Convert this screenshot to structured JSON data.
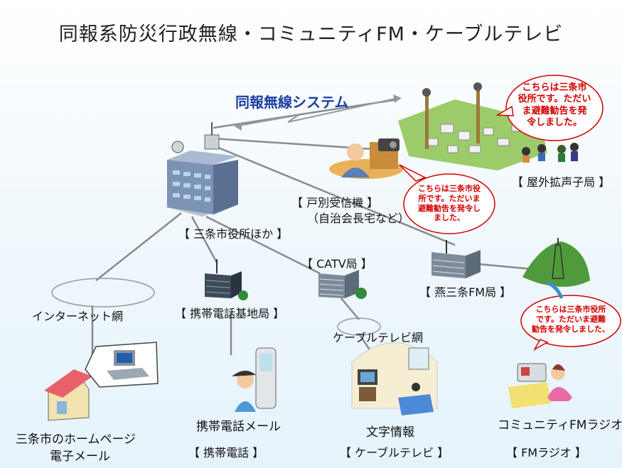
{
  "title": "同報系防災行政無線・コミュニティFM・ケーブルテレビ",
  "system_label": "同報無線システム",
  "nodes": {
    "city_hall": "【 三条市役所ほか 】",
    "household_receiver_1": "【 戸別受信機 】",
    "household_receiver_2": "（自治会長宅など）",
    "outdoor_speaker": "【 屋外拡声子局 】",
    "catv_station": "【 CATV局 】",
    "fm_station": "【 燕三条FM局 】",
    "cell_base": "【 携帯電話基地局 】",
    "internet": "インターネット網",
    "cable_network": "ケーブルテレビ網",
    "homepage_1": "三条市のホームページ",
    "homepage_2": "電子メール",
    "mobile_mail": "携帯電話メール",
    "mobile_phone": "【 携帯電話 】",
    "text_info": "文字情報",
    "cable_tv": "【 ケーブルテレビ 】",
    "community_fm_radio": "コミュニティFMラジオ",
    "fm_radio": "【 FMラジオ 】"
  },
  "bubbles": {
    "speaker": [
      "こちらは三条市",
      "役所です。ただい",
      "ま避難勧告を発",
      "令しました。"
    ],
    "receiver": [
      "こちらは三条市役",
      "所です。ただいま",
      "避難勧告を発令し",
      "ました、"
    ],
    "fm": [
      "こちらは三条市役所",
      "です。ただいま避難",
      "勧告を発令しました、"
    ]
  },
  "colors": {
    "accent": "#1a3fa0",
    "alert": "#d10000"
  }
}
